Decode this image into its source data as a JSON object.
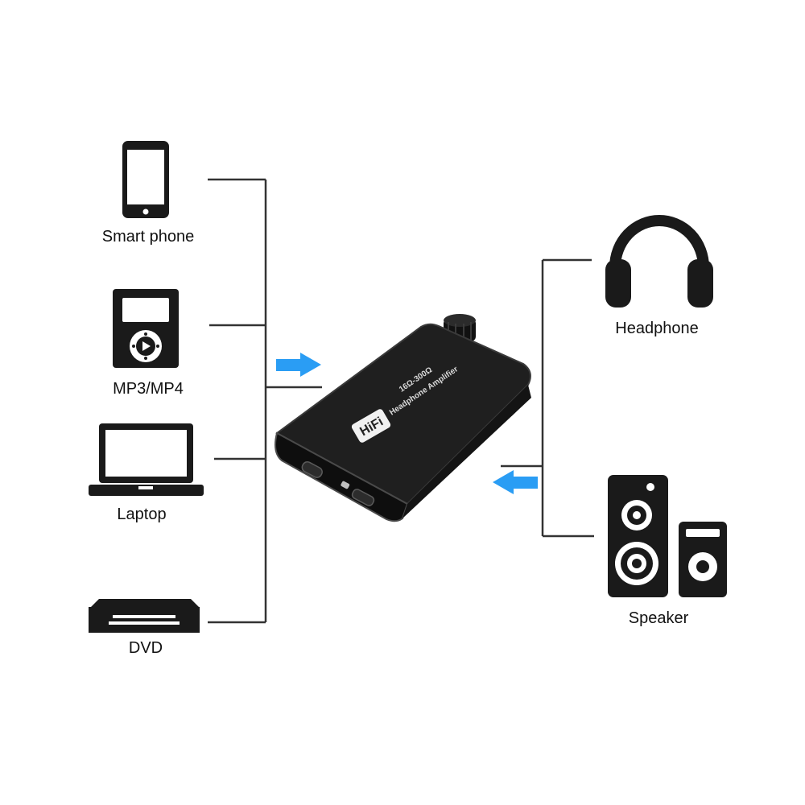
{
  "sources": [
    {
      "label": "Smart phone",
      "icon": "smartphone-icon"
    },
    {
      "label": "MP3/MP4",
      "icon": "mp3-player-icon"
    },
    {
      "label": "Laptop",
      "icon": "laptop-icon"
    },
    {
      "label": "DVD",
      "icon": "dvd-player-icon"
    }
  ],
  "outputs": [
    {
      "label": "Headphone",
      "icon": "headphone-icon"
    },
    {
      "label": "Speaker",
      "icon": "speaker-icon"
    }
  ],
  "device": {
    "badge": "HiFi",
    "spec": "16Ω-300Ω",
    "name": "Headphone Amplifier"
  },
  "colors": {
    "line": "#333333",
    "arrow": "#2a9df4",
    "icon": "#1a1a1a",
    "device_body": "#1c1c1c"
  }
}
